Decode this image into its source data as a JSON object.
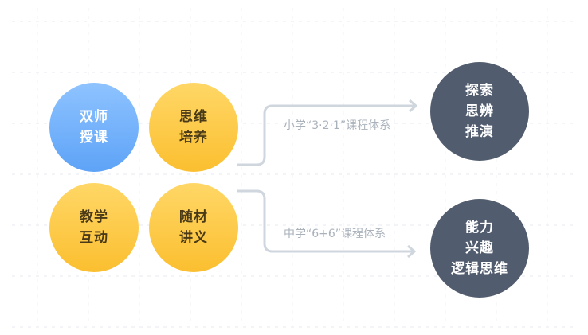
{
  "left_circles": [
    {
      "lines": [
        "双师",
        "授课"
      ],
      "style": "blue"
    },
    {
      "lines": [
        "思维",
        "培养"
      ],
      "style": "yellow"
    },
    {
      "lines": [
        "教学",
        "互动"
      ],
      "style": "yellow"
    },
    {
      "lines": [
        "随材",
        "讲义"
      ],
      "style": "yellow"
    }
  ],
  "paths": [
    {
      "label": "小学“3·2·1”课程体系"
    },
    {
      "label": "中学“6+6”课程体系"
    }
  ],
  "right_circles": [
    {
      "lines": [
        "探索",
        "思辨",
        "推演"
      ]
    },
    {
      "lines": [
        "能力",
        "兴趣",
        "逻辑思维"
      ]
    }
  ],
  "colors": {
    "blue": "#6aaefb",
    "yellow": "#fcc93f",
    "dark": "#515c6e",
    "connector": "#cfd6de"
  }
}
